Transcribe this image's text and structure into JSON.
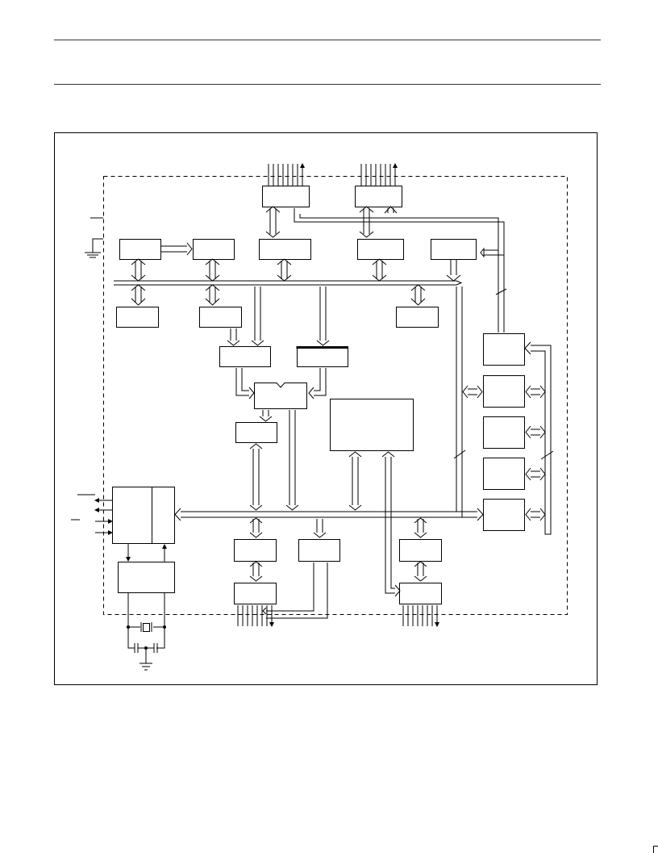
{
  "page": {
    "header_rules": 2,
    "figure": "block-diagram"
  },
  "diagram": {
    "blocks": [
      "top-port-latch-left",
      "top-port-latch-right",
      "upper-row-block-1",
      "upper-row-block-2",
      "upper-row-block-3",
      "upper-row-block-4",
      "upper-row-block-5",
      "below-bus-block-1",
      "below-bus-block-2",
      "below-bus-block-3",
      "register-block-left",
      "register-block-right",
      "alu-block",
      "status-block",
      "memory-block",
      "right-column-block-1",
      "right-column-block-2",
      "right-column-block-3",
      "right-column-block-4",
      "right-column-block-5",
      "timing-control-block",
      "oscillator-block",
      "bottom-block-1",
      "bottom-block-2",
      "bottom-block-3",
      "bottom-port-latch-left",
      "bottom-port-latch-right"
    ],
    "colors": {
      "line": "#000000",
      "bus_fill": "#ffffff",
      "frame": "#000000"
    }
  }
}
